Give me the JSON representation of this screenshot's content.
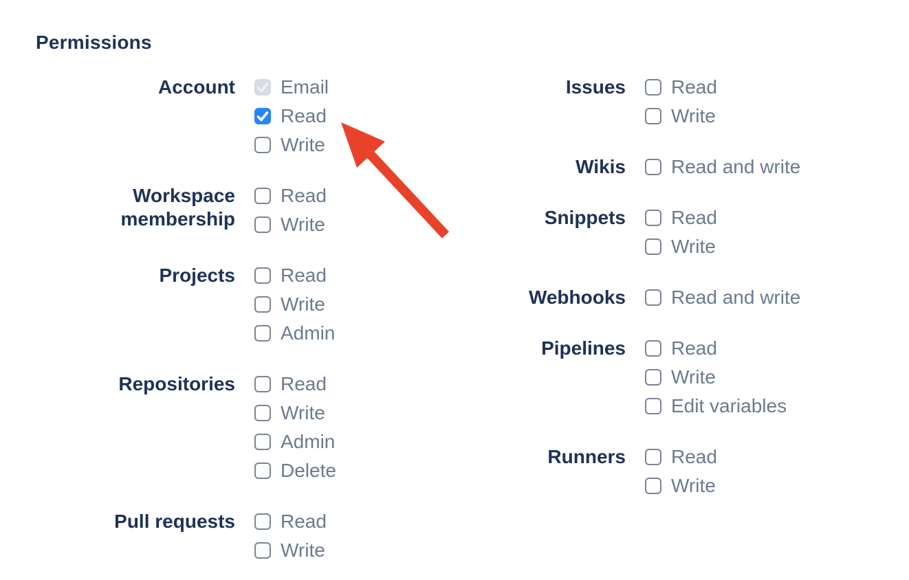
{
  "page": {
    "heading": "Permissions"
  },
  "colors": {
    "heading_navy": "#1f3256",
    "option_label_gray": "#6b7a90",
    "checkbox_border_gray": "#7b8494",
    "checkbox_checked_blue": "#2684ff",
    "checkbox_disabled_bg": "#d8dbe0",
    "checkbox_disabled_check": "#eef0f3",
    "arrow_red": "#e8432a"
  },
  "permissions": {
    "columns": [
      {
        "groups": [
          {
            "label": "Account",
            "options": [
              {
                "label": "Email",
                "state": "checked-disabled"
              },
              {
                "label": "Read",
                "state": "checked"
              },
              {
                "label": "Write",
                "state": "unchecked"
              }
            ]
          },
          {
            "label": "Workspace membership",
            "options": [
              {
                "label": "Read",
                "state": "unchecked"
              },
              {
                "label": "Write",
                "state": "unchecked"
              }
            ]
          },
          {
            "label": "Projects",
            "options": [
              {
                "label": "Read",
                "state": "unchecked"
              },
              {
                "label": "Write",
                "state": "unchecked"
              },
              {
                "label": "Admin",
                "state": "unchecked"
              }
            ]
          },
          {
            "label": "Repositories",
            "options": [
              {
                "label": "Read",
                "state": "unchecked"
              },
              {
                "label": "Write",
                "state": "unchecked"
              },
              {
                "label": "Admin",
                "state": "unchecked"
              },
              {
                "label": "Delete",
                "state": "unchecked"
              }
            ]
          },
          {
            "label": "Pull requests",
            "options": [
              {
                "label": "Read",
                "state": "unchecked"
              },
              {
                "label": "Write",
                "state": "unchecked"
              }
            ]
          }
        ]
      },
      {
        "groups": [
          {
            "label": "Issues",
            "options": [
              {
                "label": "Read",
                "state": "unchecked"
              },
              {
                "label": "Write",
                "state": "unchecked"
              }
            ]
          },
          {
            "label": "Wikis",
            "options": [
              {
                "label": "Read and write",
                "state": "unchecked"
              }
            ]
          },
          {
            "label": "Snippets",
            "options": [
              {
                "label": "Read",
                "state": "unchecked"
              },
              {
                "label": "Write",
                "state": "unchecked"
              }
            ]
          },
          {
            "label": "Webhooks",
            "options": [
              {
                "label": "Read and write",
                "state": "unchecked"
              }
            ]
          },
          {
            "label": "Pipelines",
            "options": [
              {
                "label": "Read",
                "state": "unchecked"
              },
              {
                "label": "Write",
                "state": "unchecked"
              },
              {
                "label": "Edit variables",
                "state": "unchecked"
              }
            ]
          },
          {
            "label": "Runners",
            "options": [
              {
                "label": "Read",
                "state": "unchecked"
              },
              {
                "label": "Write",
                "state": "unchecked"
              }
            ]
          }
        ]
      }
    ]
  },
  "annotation": {
    "type": "arrow",
    "color": "#e8432a",
    "points_at": "Account Read checkbox"
  }
}
